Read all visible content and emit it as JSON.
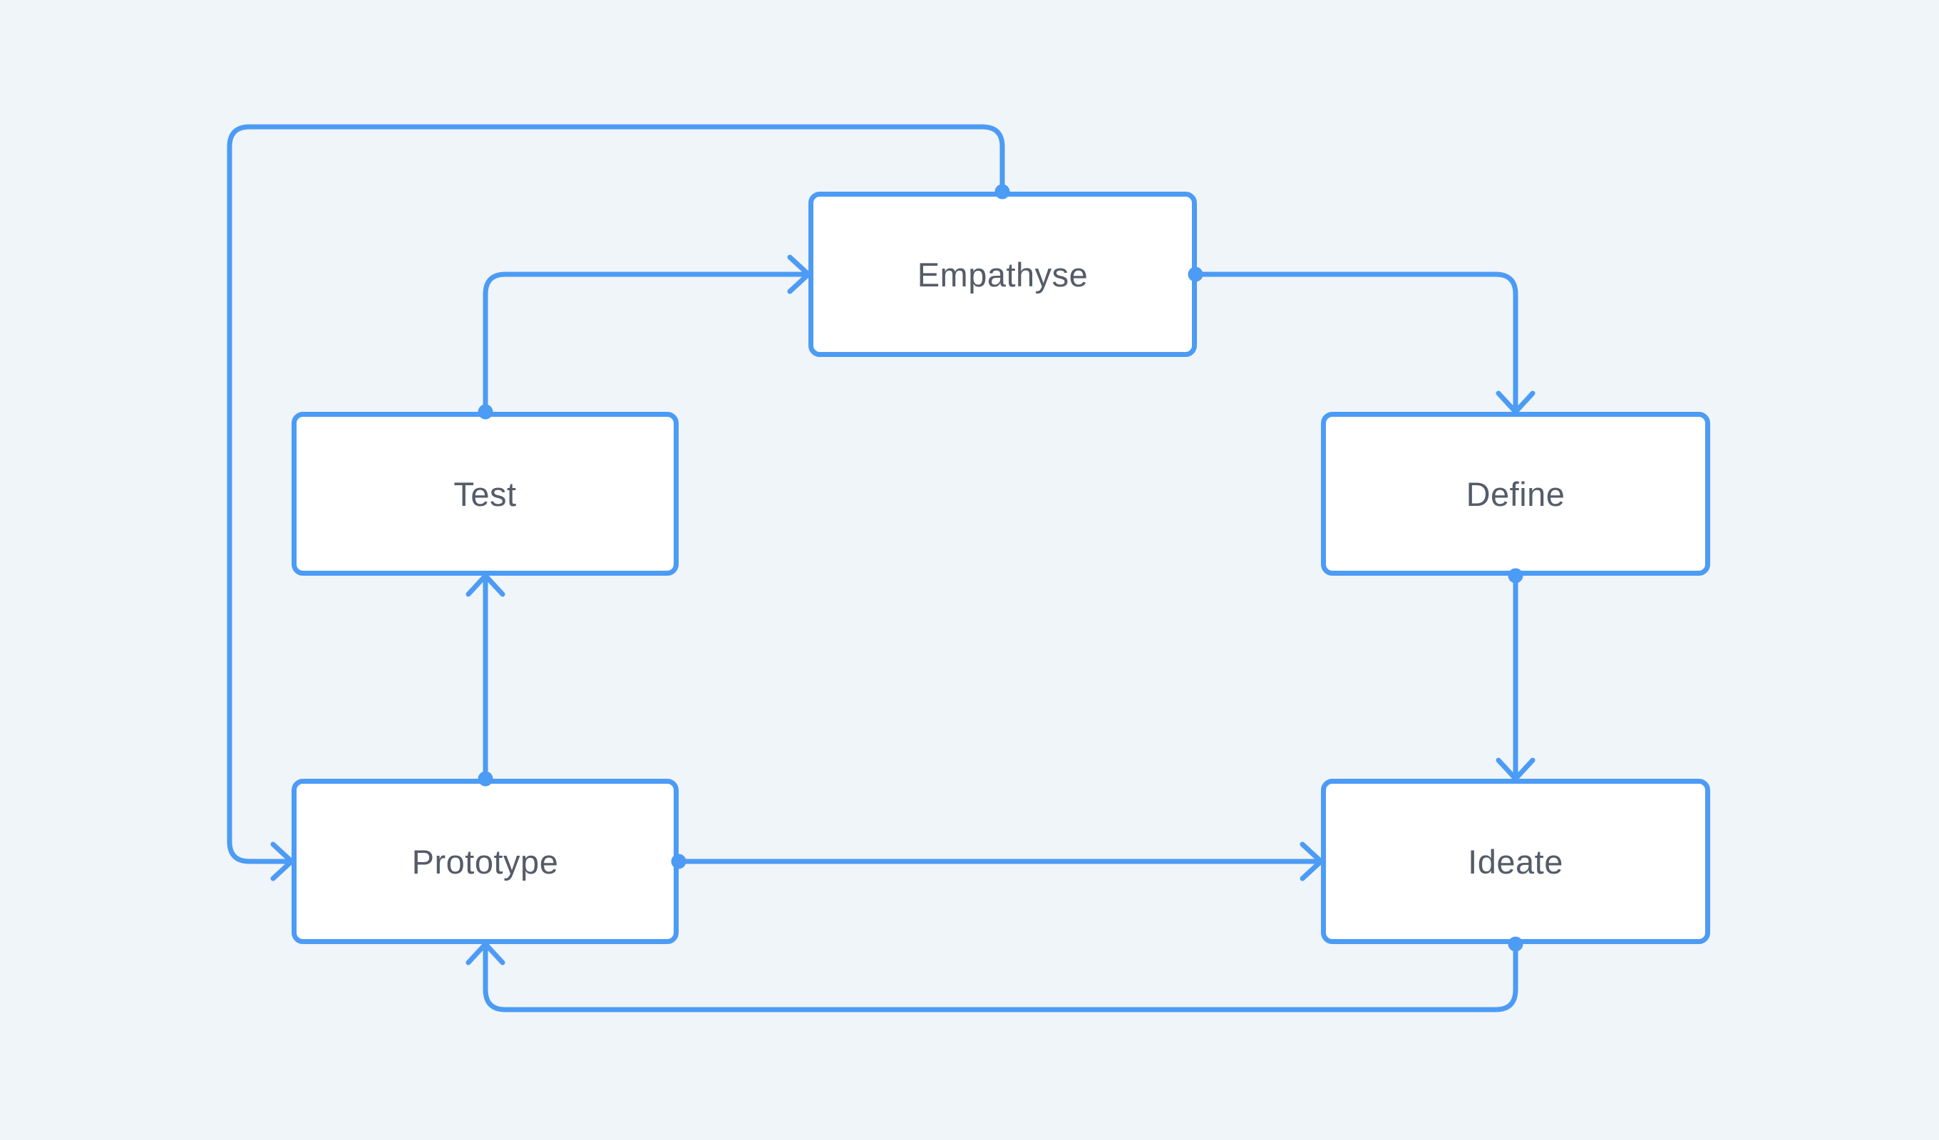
{
  "nodes": [
    {
      "id": "empathyse",
      "label": "Empathyse"
    },
    {
      "id": "test",
      "label": "Test"
    },
    {
      "id": "define",
      "label": "Define"
    },
    {
      "id": "prototype",
      "label": "Prototype"
    },
    {
      "id": "ideate",
      "label": "Ideate"
    }
  ],
  "edges": [
    {
      "from": "test",
      "to": "empathyse"
    },
    {
      "from": "empathyse",
      "to": "define"
    },
    {
      "from": "define",
      "to": "ideate"
    },
    {
      "from": "prototype",
      "to": "ideate"
    },
    {
      "from": "prototype",
      "to": "test"
    },
    {
      "from": "empathyse",
      "to": "prototype"
    },
    {
      "from": "ideate",
      "to": "prototype"
    }
  ],
  "colors": {
    "accent": "#4c9bf5",
    "background": "#f0f5fa",
    "node_fill": "#ffffff",
    "text": "#545c68"
  }
}
